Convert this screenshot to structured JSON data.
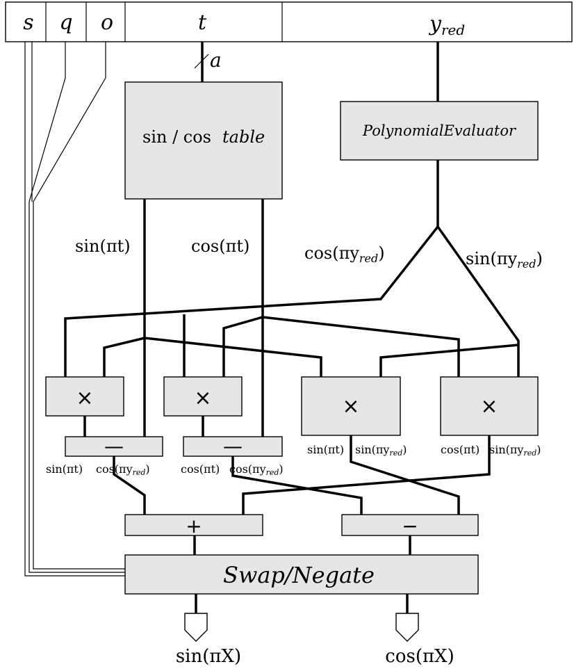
{
  "header": {
    "fields": [
      "s",
      "q",
      "o",
      "t"
    ],
    "yred_base": "y",
    "yred_sub": "red"
  },
  "bus_label": "a",
  "table_block": {
    "label_upright": "sin / cos",
    "label_italic": "table"
  },
  "poly_block": {
    "label": "PolynomialEvaluator"
  },
  "wire_labels": {
    "sin_pi_t": "sin(πt)",
    "cos_pi_t": "cos(πt)",
    "cos_pi_yred_open": "cos(πy",
    "sin_pi_yred_open": "sin(πy",
    "yred_sub": "red",
    "close": ")"
  },
  "multipliers": [
    "×",
    "×",
    "×",
    "×"
  ],
  "subtractors": [
    "—",
    "—"
  ],
  "small_labels": {
    "sin_pi_t": "sin(πt)",
    "cos_pi_t": "cos(πt)",
    "cos_prefix": "cos(πy",
    "sin_prefix": "sin(πy",
    "sub": "red",
    "close": ")"
  },
  "adders": [
    "+",
    "−"
  ],
  "swap_block": {
    "label": "Swap/Negate"
  },
  "outputs": [
    "sin(πX)",
    "cos(πX)"
  ]
}
